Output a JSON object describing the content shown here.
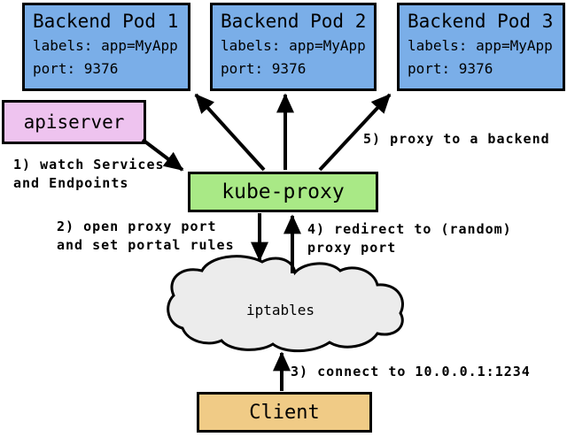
{
  "pods": [
    {
      "title": "Backend Pod 1",
      "labels": "labels: app=MyApp",
      "port": "port: 9376"
    },
    {
      "title": "Backend Pod 2",
      "labels": "labels: app=MyApp",
      "port": "port: 9376"
    },
    {
      "title": "Backend Pod 3",
      "labels": "labels: app=MyApp",
      "port": "port: 9376"
    }
  ],
  "nodes": {
    "apiserver": "apiserver",
    "kube_proxy": "kube-proxy",
    "iptables": "iptables",
    "client": "Client"
  },
  "annotations": {
    "step1_line1": "1) watch Services",
    "step1_line2": "and Endpoints",
    "step2_line1": "2) open proxy port",
    "step2_line2": "and set portal rules",
    "step3": "3) connect to 10.0.0.1:1234",
    "step4_line1": "4) redirect to (random)",
    "step4_line2": "proxy port",
    "step5": "5) proxy to a backend"
  },
  "colors": {
    "pod_fill": "#7AAEE8",
    "apiserver_fill": "#EEC3EF",
    "kube_proxy_fill": "#A9E986",
    "client_fill": "#F0CB86",
    "cloud_fill": "#ECECEC",
    "line": "#000000"
  }
}
